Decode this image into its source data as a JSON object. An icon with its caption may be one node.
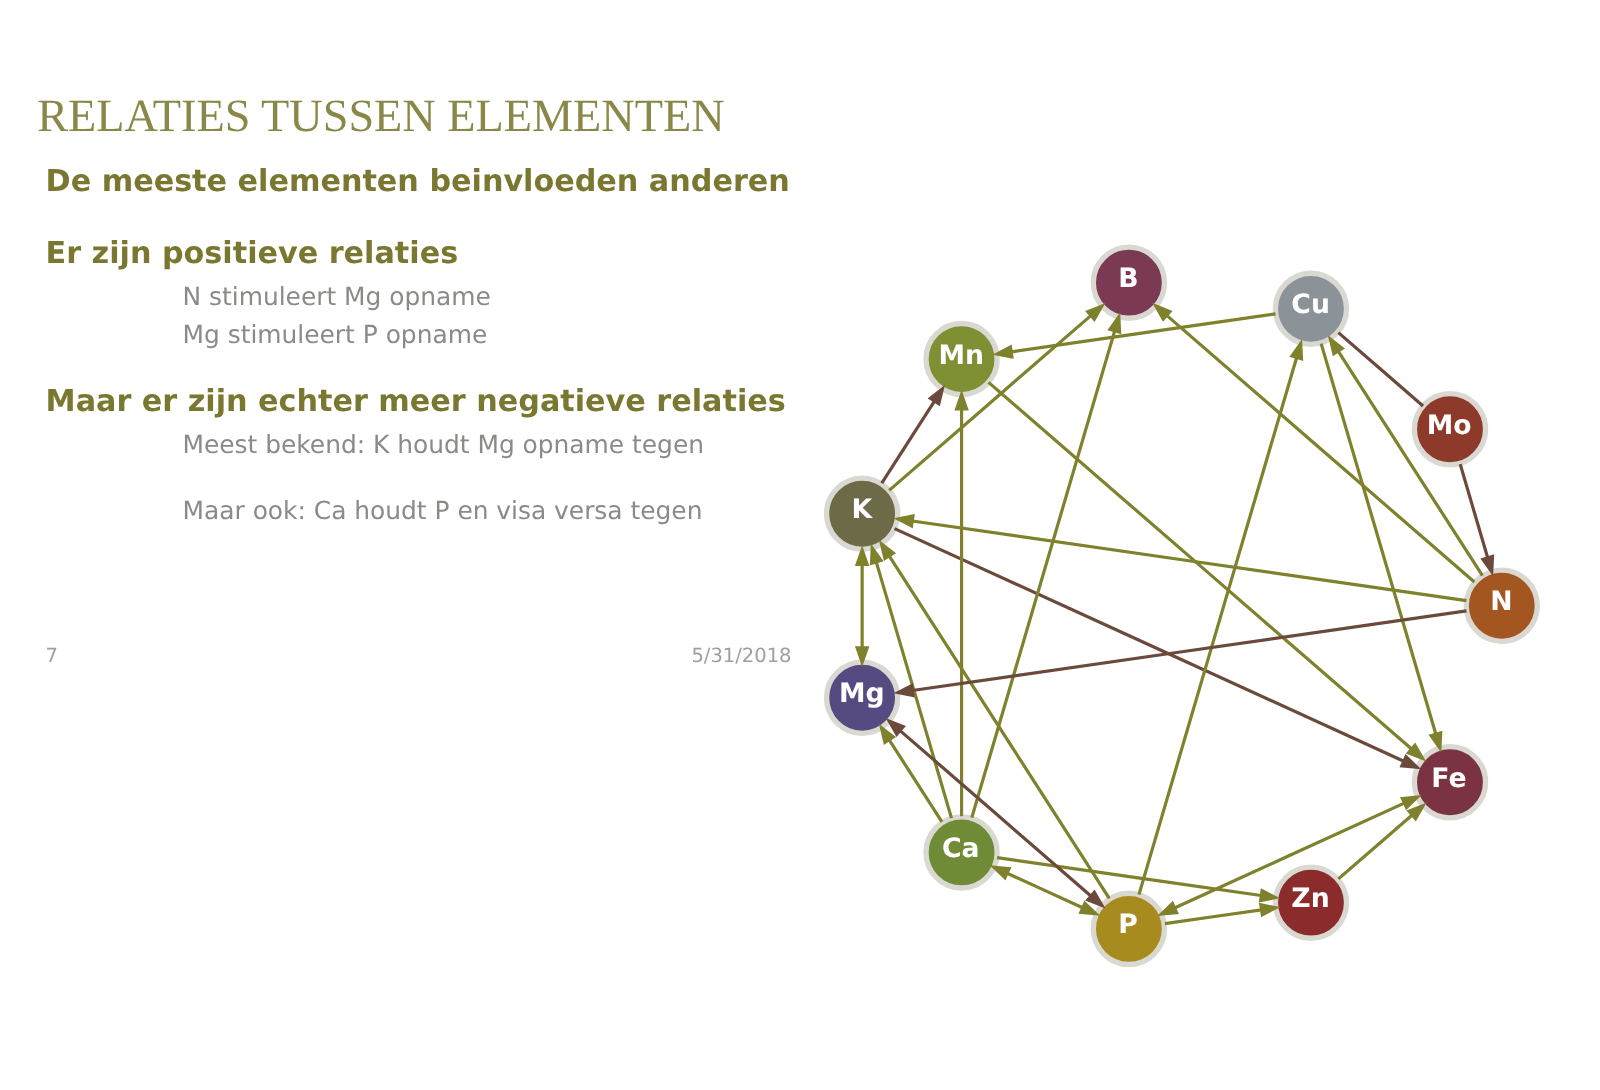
{
  "diagram": {
    "title": "RELATIES TUSSEN ELEMENTEN",
    "nodes": [
      {
        "text": [
          "Mn"
        ]
      },
      {
        "text": [
          "K"
        ]
      },
      {
        "text": [
          "Ca"
        ]
      },
      {
        "text": [
          "Fe"
        ]
      },
      {
        "text": [
          "Cu"
        ]
      },
      {
        "text": [
          "P"
        ]
      },
      {
        "text": [
          "Mg"
        ]
      },
      {
        "text": [
          "B"
        ]
      },
      {
        "text": [
          "Mo"
        ]
      },
      {
        "text": [
          "N"
        ]
      },
      {
        "text": [
          "Zn"
        ]
      }
    ],
    "edges": [
      {
        "from": 1,
        "to": 0,
        "arrow": "to",
        "color": "#6b4a3c"
      },
      {
        "from": 2,
        "to": 0,
        "arrow": "to"
      },
      {
        "from": 2,
        "to": 1,
        "arrow": "to"
      },
      {
        "from": 1,
        "to": 3,
        "arrow": "to",
        "color": "#6b4a3c"
      },
      {
        "from": 0,
        "to": 3,
        "arrow": "to"
      },
      {
        "from": 4,
        "to": 0,
        "arrow": "to"
      },
      {
        "from": 4,
        "to": 3,
        "arrow": "to"
      },
      {
        "from": 3,
        "to": 5,
        "arrow": "both"
      },
      {
        "from": 5,
        "to": 1,
        "arrow": "to"
      },
      {
        "from": 1,
        "to": 7,
        "arrow": "to"
      },
      {
        "from": 9,
        "to": 1,
        "arrow": "to"
      },
      {
        "from": 1,
        "to": 6,
        "arrow": "both"
      },
      {
        "from": 5,
        "to": 2,
        "arrow": "both"
      },
      {
        "from": 2,
        "to": 7,
        "arrow": "to"
      },
      {
        "from": 2,
        "to": 10,
        "arrow": "to"
      },
      {
        "from": 2,
        "to": 6,
        "arrow": "to"
      },
      {
        "from": 5,
        "to": 4,
        "arrow": "to"
      },
      {
        "from": 9,
        "to": 4,
        "arrow": "to"
      },
      {
        "from": 4,
        "to": 8,
        "arrow": "none",
        "color": "#6b4a3c"
      },
      {
        "from": 5,
        "to": 6,
        "arrow": "both",
        "color": "#6b4a3c"
      },
      {
        "from": 9,
        "to": 6,
        "arrow": "to",
        "color": "#6b4a3c"
      },
      {
        "from": 8,
        "to": 9,
        "arrow": "to",
        "color": "#6b4a3c"
      },
      {
        "from": 5,
        "to": 10,
        "arrow": "to"
      },
      {
        "from": 10,
        "to": 3,
        "arrow": "to"
      },
      {
        "from": 9,
        "to": 7,
        "arrow": "to"
      }
    ],
    "labels": [
      "De meeste elementen beinvloeden anderen",
      "Er zijn positieve relaties",
      "N stimuleert Mg opname",
      "Mg stimuleert P opname",
      "Maar er zijn echter meer negatieve relaties",
      "Meest bekend: K houdt Mg opname tegen",
      "Maar ook: Ca houdt P en visa versa tegen",
      "7",
      "5/31/2018"
    ]
  }
}
